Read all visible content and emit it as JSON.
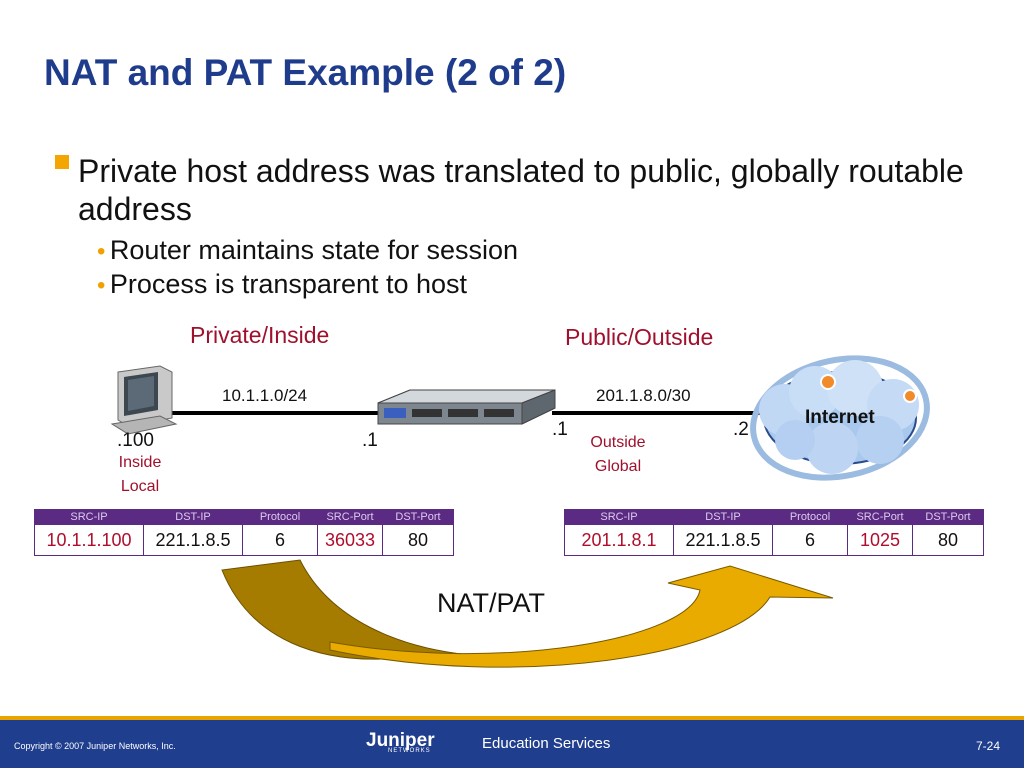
{
  "title": "NAT and PAT Example (2 of 2)",
  "bullets": {
    "main": "Private host address was translated to public, globally routable address",
    "sub": [
      "Router maintains state for session",
      "Process is transparent to host"
    ]
  },
  "diagram": {
    "left_region": "Private/Inside",
    "right_region": "Public/Outside",
    "left_network": "10.1.1.0/24",
    "right_network": "201.1.8.0/30",
    "host_ip": ".100",
    "router_left_ip": ".1",
    "router_right_ip": ".1",
    "internet_ip": ".2",
    "inside_local": [
      "Inside",
      "Local"
    ],
    "outside_global": [
      "Outside",
      "Global"
    ],
    "internet_label": "Internet",
    "nat_label": "NAT/PAT"
  },
  "tables": {
    "headers": [
      "SRC-IP",
      "DST-IP",
      "Protocol",
      "SRC-Port",
      "DST-Port"
    ],
    "before": [
      "10.1.1.100",
      "221.1.8.5",
      "6",
      "36033",
      "80"
    ],
    "after": [
      "201.1.8.1",
      "221.1.8.5",
      "6",
      "1025",
      "80"
    ]
  },
  "footer": {
    "copyright": "Copyright © 2007 Juniper Networks, Inc.",
    "logo": "Juniper",
    "logo_sub": "NETWORKS",
    "service": "Education Services",
    "page": "7-24"
  },
  "colors": {
    "title": "#1f3c8c",
    "region_labels": "#a0102c",
    "table_header": "#5b2a82",
    "footer": "#203e8e",
    "footer_accent": "#e9a400",
    "arrow": "#e9ab00"
  }
}
